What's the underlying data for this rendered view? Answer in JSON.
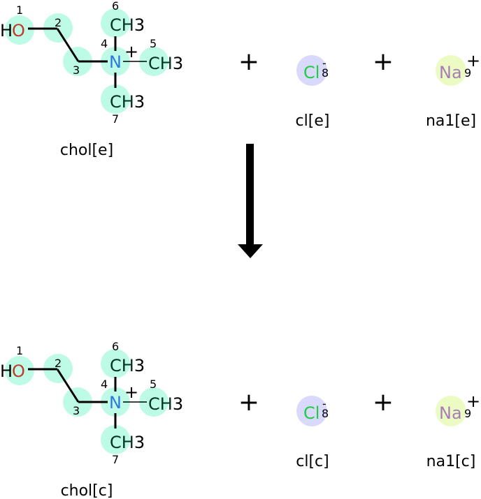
{
  "colors": {
    "atom_highlight": "#bdfbe6",
    "cl_highlight": "#d9d9fb",
    "na_highlight": "#ecfbc4",
    "oxygen": "#c0392b",
    "nitrogen": "#2a7ae2",
    "chlorine": "#22cc44",
    "sodium": "#a67fb5",
    "carbon": "#003322"
  },
  "reactants": {
    "choline": {
      "atoms": {
        "h": "H",
        "o": "O",
        "n": "N",
        "methyl": "CH",
        "methyl_sub": "3",
        "charge": "+"
      },
      "numbers": [
        "1",
        "2",
        "3",
        "4",
        "5",
        "6",
        "7"
      ],
      "name": "chol[e]"
    },
    "chloride": {
      "symbol": "Cl",
      "charge": "-",
      "number": "8",
      "name": "cl[e]"
    },
    "sodium": {
      "symbol": "Na",
      "charge": "+",
      "number": "9",
      "name": "na1[e]"
    },
    "plus": "+"
  },
  "products": {
    "choline": {
      "atoms": {
        "h": "H",
        "o": "O",
        "n": "N",
        "methyl": "CH",
        "methyl_sub": "3",
        "charge": "+"
      },
      "numbers": [
        "1",
        "2",
        "3",
        "4",
        "5",
        "6",
        "7"
      ],
      "name": "chol[c]"
    },
    "chloride": {
      "symbol": "Cl",
      "charge": "-",
      "number": "8",
      "name": "cl[c]"
    },
    "sodium": {
      "symbol": "Na",
      "charge": "+",
      "number": "9",
      "name": "na1[c]"
    },
    "plus": "+"
  },
  "arrow_icon": "down-arrow"
}
